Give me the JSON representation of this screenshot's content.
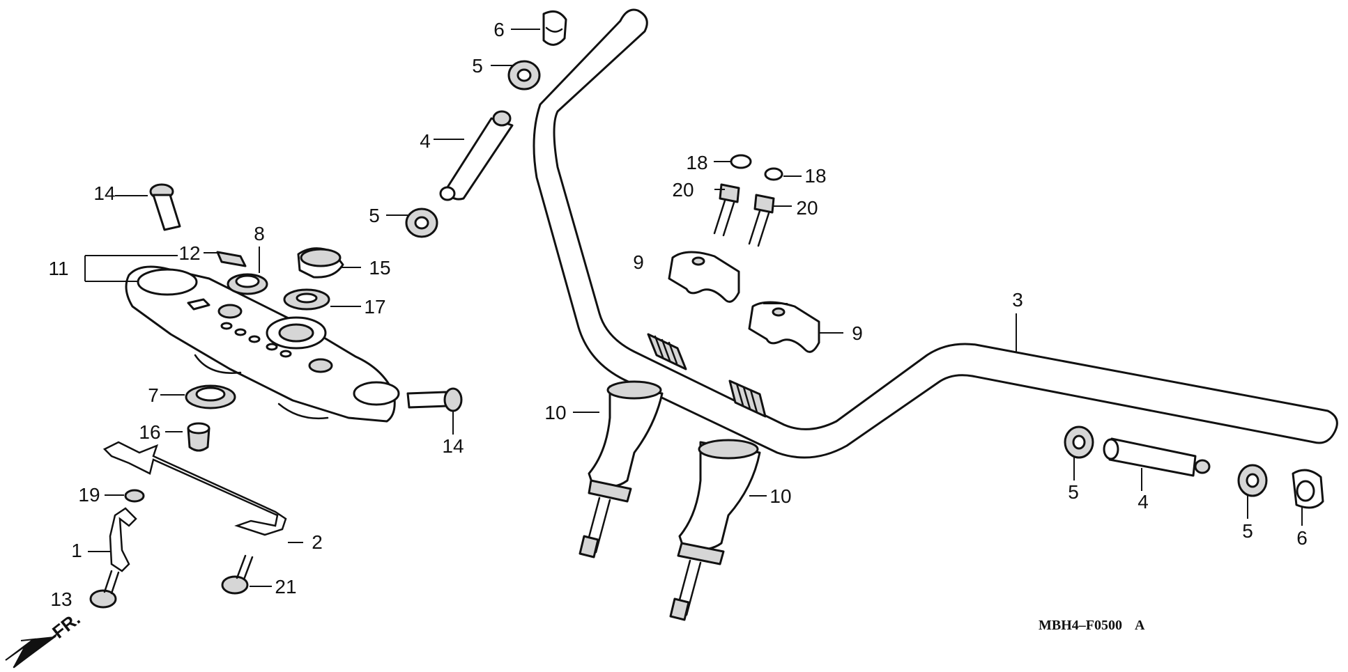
{
  "diagram": {
    "reference_code": "MBH4–F0500",
    "revision_letter": "A",
    "front_arrow_label": "FR.",
    "callouts": {
      "c1": "1",
      "c2": "2",
      "c3": "3",
      "c4a": "4",
      "c4b": "4",
      "c5a": "5",
      "c5b": "5",
      "c5c": "5",
      "c5d": "5",
      "c6a": "6",
      "c6b": "6",
      "c7": "7",
      "c8": "8",
      "c9a": "9",
      "c9b": "9",
      "c10a": "10",
      "c10b": "10",
      "c11": "11",
      "c12": "12",
      "c13": "13",
      "c14a": "14",
      "c14b": "14",
      "c15": "15",
      "c16": "16",
      "c17": "17",
      "c18a": "18",
      "c18b": "18",
      "c19": "19",
      "c20a": "20",
      "c20b": "20",
      "c21": "21"
    }
  }
}
